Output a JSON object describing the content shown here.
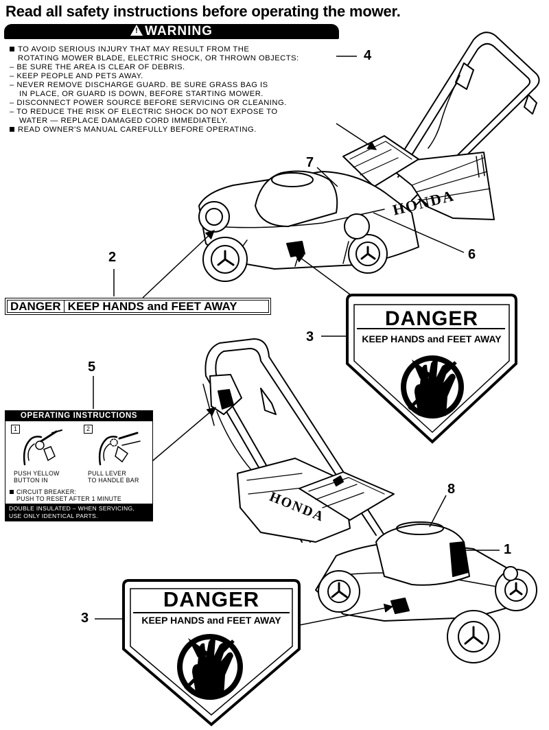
{
  "title": "Read all safety instructions before operating the mower.",
  "warning": {
    "header": "WARNING",
    "lines": [
      "TO AVOID SERIOUS INJURY THAT MAY RESULT FROM THE",
      "ROTATING MOWER BLADE, ELECTRIC SHOCK, OR THROWN OBJECTS:",
      "– BE SURE THE AREA IS CLEAR OF DEBRIS.",
      "– KEEP PEOPLE AND PETS AWAY.",
      "– NEVER REMOVE DISCHARGE GUARD. BE SURE GRASS BAG IS",
      "   IN PLACE, OR GUARD IS DOWN, BEFORE STARTING MOWER.",
      "– DISCONNECT POWER SOURCE BEFORE SERVICING OR CLEANING.",
      "– TO REDUCE THE RISK OF ELECTRIC SHOCK DO NOT EXPOSE TO",
      "   WATER — REPLACE DAMAGED CORD IMMEDIATELY."
    ],
    "last_line": "READ OWNER'S MANUAL CAREFULLY BEFORE OPERATING."
  },
  "callouts": {
    "c1": "1",
    "c2": "2",
    "c3a": "3",
    "c3b": "3",
    "c4": "4",
    "c5": "5",
    "c6": "6",
    "c7": "7",
    "c8": "8"
  },
  "danger_strip": {
    "danger": "DANGER",
    "text": "KEEP HANDS and FEET AWAY"
  },
  "danger_sign_upper": {
    "title": "DANGER",
    "subtitle": "KEEP HANDS and FEET AWAY"
  },
  "danger_sign_lower": {
    "title": "DANGER",
    "subtitle": "KEEP HANDS and FEET AWAY"
  },
  "operating": {
    "header": "OPERATING INSTRUCTIONS",
    "step1_num": "1",
    "step2_num": "2",
    "step1_line1": "PUSH YELLOW",
    "step1_line2": "BUTTON IN",
    "step2_line1": "PULL LEVER",
    "step2_line2": "TO HANDLE BAR",
    "breaker_line1": "CIRCUIT BREAKER:",
    "breaker_line2": "PUSH TO RESET AFTER 1 MINUTE",
    "footer_line1": "DOUBLE INSULATED – WHEN SERVICING,",
    "footer_line2": "USE ONLY IDENTICAL PARTS."
  },
  "brand_text": "HONDA"
}
